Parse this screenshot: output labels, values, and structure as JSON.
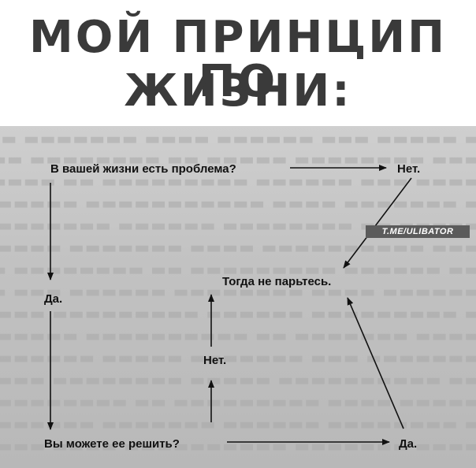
{
  "title": {
    "line1": "МОЙ ПРИНЦИП ПО",
    "line2": "ЖИЗНИ:"
  },
  "diagram": {
    "problem": "В вашей жизни есть проблема?",
    "no_top": "Нет.",
    "yes_left": "Да.",
    "dont_worry": "Тогда не парьтесь.",
    "no_mid": "Нет.",
    "can_solve": "Вы можете ее решить?",
    "yes_bottom": "Да."
  },
  "watermark": "T.ME/ULIBATOR"
}
